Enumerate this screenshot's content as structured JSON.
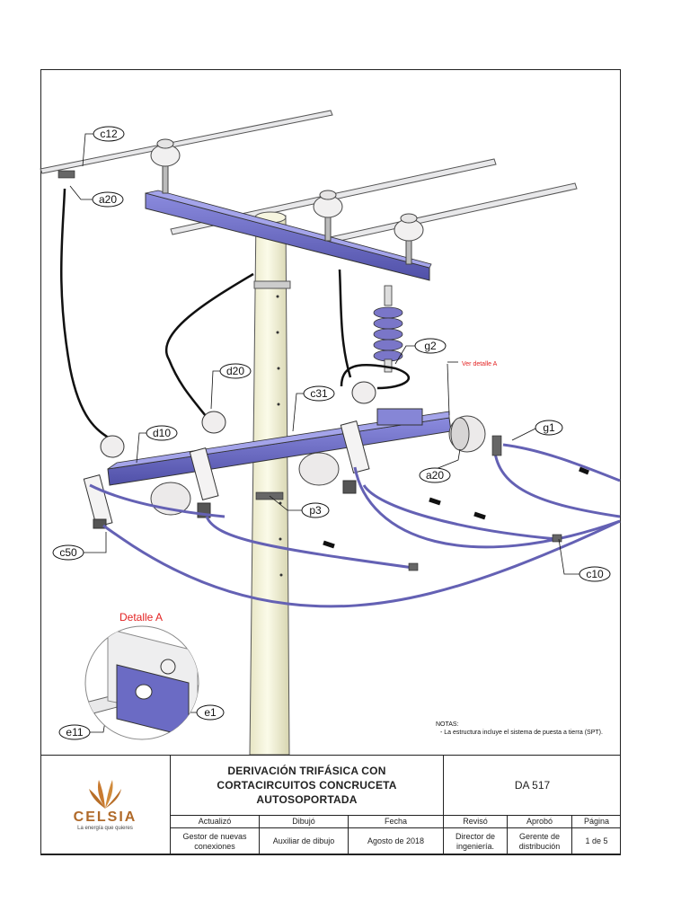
{
  "labels": {
    "c12": "c12",
    "a20_top": "a20",
    "d20": "d20",
    "c31": "c31",
    "g2": "g2",
    "ver_detalle": "Ver detalle A",
    "d10": "d10",
    "g1": "g1",
    "a20_right": "a20",
    "p3": "p3",
    "c50": "c50",
    "c10": "c10",
    "detalle_a": "Detalle A",
    "e1": "e1",
    "e11": "e11"
  },
  "notes": {
    "heading": "NOTAS:",
    "line1": "- La estructura incluye el sistema de puesta a tierra (SPT)."
  },
  "title_block": {
    "brand": "CELSIA",
    "tagline": "La energía que quieres",
    "title_line1": "DERIVACIÓN TRIFÁSICA CON",
    "title_line2": "CORTACIRCUITOS CONCRUCETA",
    "title_line3": "AUTOSOPORTADA",
    "code": "DA 517",
    "headers": [
      "Actualizó",
      "Dibujó",
      "Fecha",
      "Revisó",
      "Aprobó",
      "Página"
    ],
    "values": [
      "Gestor de nuevas conexiones",
      "Auxiliar de dibujo",
      "Agosto de 2018",
      "Director de ingeniería.",
      "Gerente de distribución",
      "1 de 5"
    ]
  },
  "colors": {
    "steel": "#6b6bc4",
    "pole": "#f3f2d6",
    "insulator": "#f0eeee",
    "arrester": "#7a76c8",
    "accent_red": "#e32222",
    "brand": "#c97a2f"
  }
}
